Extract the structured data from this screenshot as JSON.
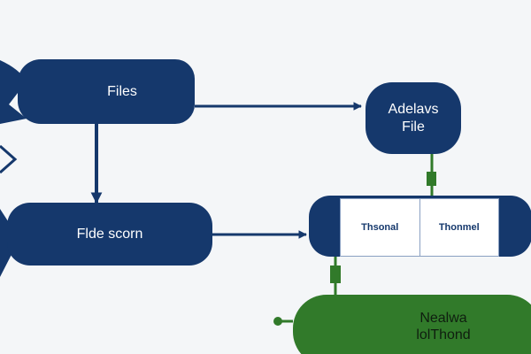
{
  "colors": {
    "navy": "#15386c",
    "green": "#317a2a",
    "background": "#f4f6f8"
  },
  "nodes": {
    "files": {
      "label": "Files"
    },
    "fide_scorn": {
      "label": "Flde scorn"
    },
    "actions_file": {
      "line1": "Adelavs",
      "line2": "File"
    },
    "panel": {
      "cell1": "Thsonal",
      "cell2": "Thonmel"
    },
    "green": {
      "line1": "Nealwa",
      "line2": "lolThond"
    }
  }
}
